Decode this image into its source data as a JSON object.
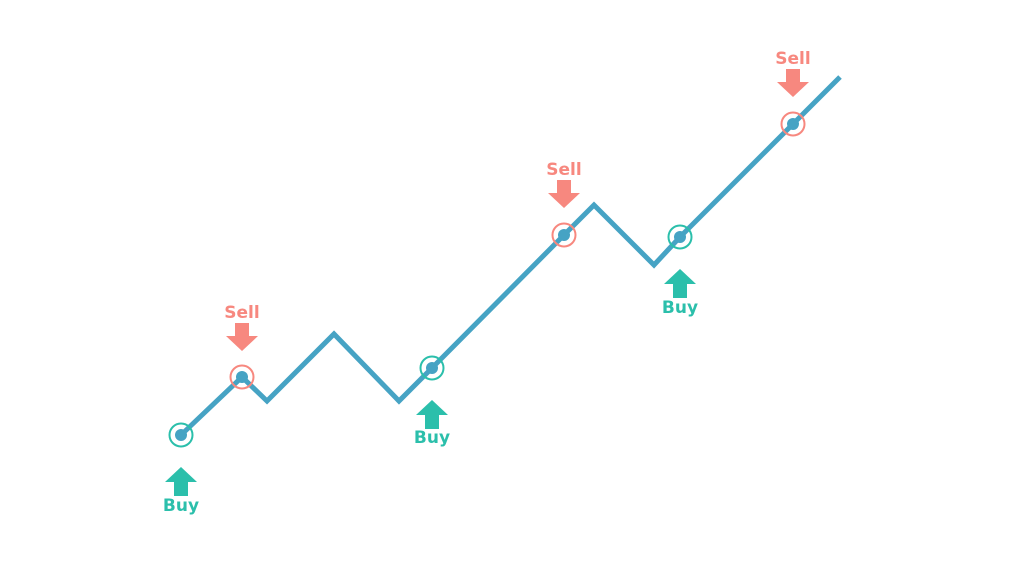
{
  "colors": {
    "line": "#46a3c4",
    "buy": "#2bbfab",
    "sell": "#f7887f",
    "background": "#ffffff"
  },
  "labels": {
    "buy": "Buy",
    "sell": "Sell"
  },
  "signals": [
    {
      "type": "buy",
      "label": "Buy"
    },
    {
      "type": "sell",
      "label": "Sell"
    },
    {
      "type": "buy",
      "label": "Buy"
    },
    {
      "type": "sell",
      "label": "Sell"
    },
    {
      "type": "buy",
      "label": "Buy"
    },
    {
      "type": "sell",
      "label": "Sell"
    }
  ]
}
